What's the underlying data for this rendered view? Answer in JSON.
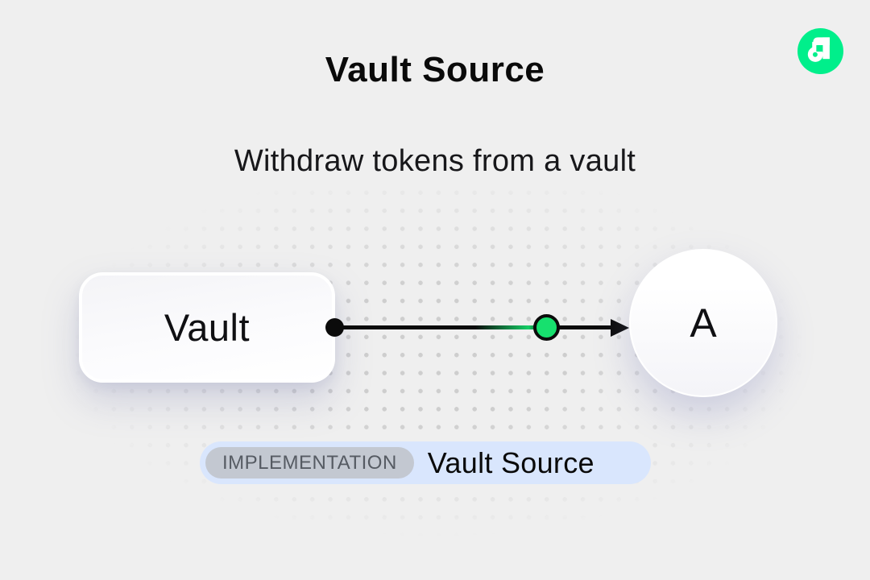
{
  "page": {
    "background_color": "#efefef",
    "dot_pattern_color": "#cbcbcb"
  },
  "header": {
    "title": "Vault Source",
    "subtitle": "Withdraw tokens from a vault"
  },
  "logo": {
    "name": "Flow",
    "brand_color": "#00ef8b"
  },
  "diagram": {
    "source_node": {
      "label": "Vault"
    },
    "target_node": {
      "label": "A"
    },
    "edge": {
      "line_color": "#0b0b0b",
      "start_dot_color": "#0b0b0b",
      "token_dot_color": "#17e06e",
      "token_dot_border_color": "#0b0b0b"
    }
  },
  "badge": {
    "tag_label": "IMPLEMENTATION",
    "title": "Vault Source",
    "container_color": "#d9e6fd",
    "tag_color": "#c3c8d1",
    "tag_text_color": "#565b63"
  }
}
